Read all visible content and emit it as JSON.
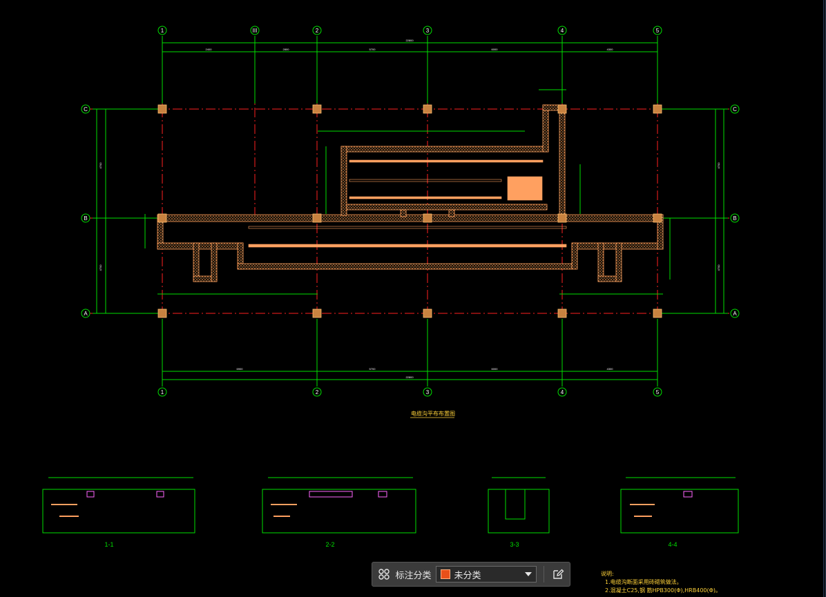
{
  "axes": {
    "top_labels": [
      "1",
      "III",
      "2",
      "3",
      "4",
      "5"
    ],
    "bottom_labels": [
      "1",
      "2",
      "3",
      "4",
      "5"
    ],
    "left_labels": [
      "C",
      "B",
      "A"
    ],
    "right_labels": [
      "C",
      "B",
      "A"
    ]
  },
  "dims": {
    "total_top": "22800",
    "top_segments": [
      "2400",
      "2800",
      "5700",
      "6000",
      "4300"
    ],
    "total_bottom": "22800",
    "bottom_segments": [
      "6900",
      "5700",
      "6000",
      "4300"
    ],
    "left_vertical": [
      "4700",
      "4700"
    ],
    "right_vertical": [
      "4700",
      "4700"
    ]
  },
  "drawing_title": "电缆沟平布布置图",
  "sections": [
    {
      "label": "1-1"
    },
    {
      "label": "2-2"
    },
    {
      "label": "3-3"
    },
    {
      "label": "4-4"
    }
  ],
  "notes": {
    "heading": "说明:",
    "lines": [
      "1.电缆沟断面采用砖砌筑做法。",
      "2.混凝土C25,钢 筋HPB300(Φ),HRB400(Φ)。"
    ]
  },
  "toolbar": {
    "grid_button_icon": "grid-icon",
    "label": "标注分类",
    "select_value": "未分类",
    "swatch_color": "#e8501a",
    "edit_icon": "edit-icon"
  },
  "colors": {
    "background": "#000000",
    "axis_line": "#ff2020",
    "dim_line": "#00e000",
    "wall": "#ff9f5a",
    "column": "#ffb060",
    "notes": "#ffd23a"
  }
}
